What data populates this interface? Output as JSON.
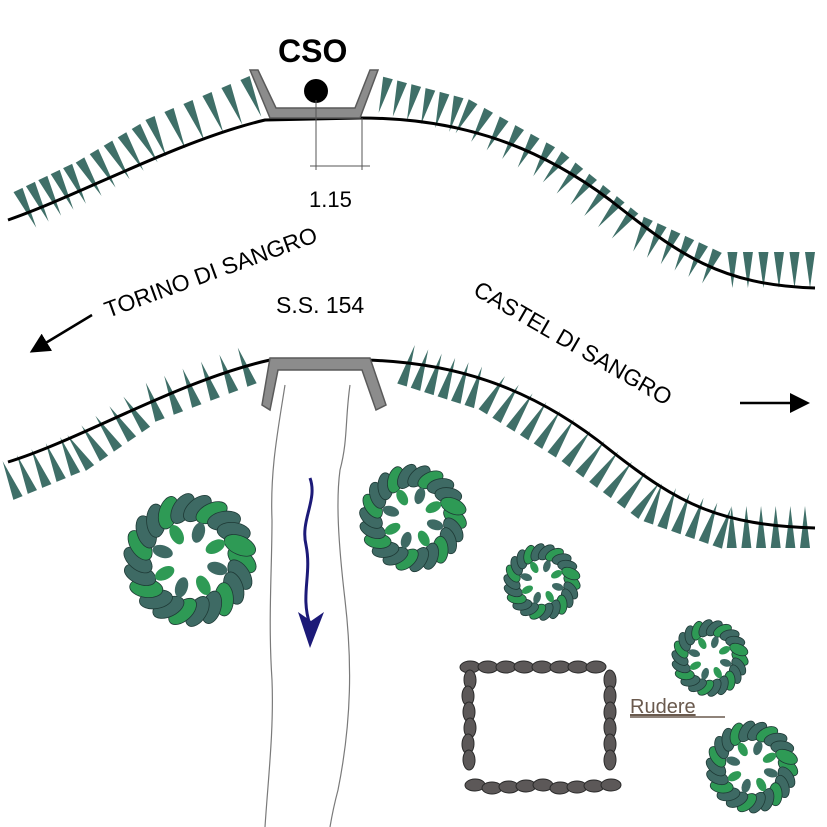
{
  "labels": {
    "cso": "CSO",
    "dimension": "1.15",
    "road": "S.S. 154",
    "direction_left": "TORINO DI SANGRO",
    "direction_right": "CASTEL DI SANGRO",
    "ruin": "Rudere"
  },
  "colors": {
    "embankment_teeth": "#3f6f68",
    "bush_dark": "#3e6a64",
    "bush_light": "#2e9a55",
    "culvert": "#8c8c8c",
    "stream_arrow": "#1c1a78",
    "ruin_stone": "#5c5858",
    "ruin_label": "#6a5a4e"
  },
  "icons": {
    "direction_left": "arrow-left-icon",
    "direction_right": "arrow-right-icon",
    "flow": "flow-arrow-icon",
    "cso_marker": "point-marker-icon"
  }
}
